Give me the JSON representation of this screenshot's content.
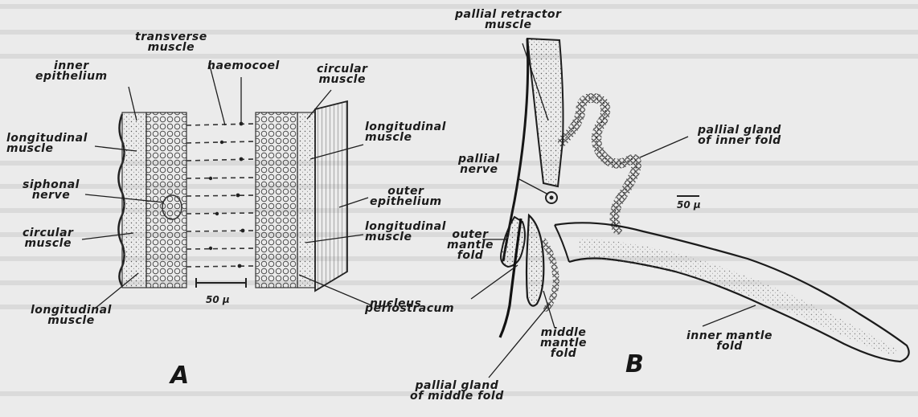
{
  "panels": {
    "a": "A",
    "b": "B"
  },
  "labels_a": {
    "transverse_muscle": "transverse\nmuscle",
    "inner_epithelium": "inner\nepithelium",
    "haemocoel": "haemocoel",
    "circular_muscle_top": "circular\nmuscle",
    "longitudinal_muscle_left": "longitudinal\nmuscle",
    "longitudinal_muscle_right": "longitudinal\nmuscle",
    "siphonal_nerve": "siphonal\nnerve",
    "outer_epithelium": "outer\nepithelium",
    "circular_muscle_left": "circular\nmuscle",
    "longitudinal_muscle_right2": "longitudinal\nmuscle",
    "longitudinal_muscle_bottom": "longitudinal\nmuscle",
    "nucleus": "nucleus",
    "scale": "50 μ"
  },
  "labels_b": {
    "pallial_retractor_muscle": "pallial retractor\nmuscle",
    "pallial_gland_inner_fold": "pallial gland\nof inner fold",
    "pallial_nerve": "pallial\nnerve",
    "scale": "50 μ",
    "outer_mantle_fold": "outer\nmantle\nfold",
    "periostracum": "periostracum",
    "middle_mantle_fold": "middle\nmantle\nfold",
    "inner_mantle_fold": "inner mantle\nfold",
    "pallial_gland_middle_fold": "pallial gland\nof middle fold"
  }
}
